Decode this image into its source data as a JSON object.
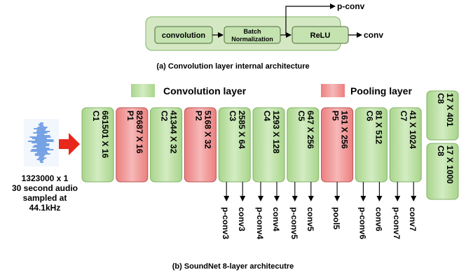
{
  "figure_a": {
    "caption": "(a) Convolution layer internal architecture",
    "blocks": [
      "convolution",
      "Batch",
      "Normalization",
      "ReLU"
    ],
    "outputs": [
      "p-conv",
      "conv"
    ]
  },
  "legend": {
    "conv_label": "Convolution layer",
    "pool_label": "Pooling layer"
  },
  "input": {
    "lines": [
      "1323000 x 1",
      "30 second audio",
      "sampled at",
      "44.1kHz"
    ]
  },
  "layers": [
    {
      "name": "C1",
      "dims": "661501 X 16",
      "kind": "conv"
    },
    {
      "name": "P1",
      "dims": "82687 X 16",
      "kind": "pool"
    },
    {
      "name": "C2",
      "dims": "41344 X 32",
      "kind": "conv"
    },
    {
      "name": "P2",
      "dims": "5168 X 32",
      "kind": "pool"
    },
    {
      "name": "C3",
      "dims": "2585 X 64",
      "kind": "conv",
      "outputs": [
        "p-conv3",
        "conv3"
      ]
    },
    {
      "name": "C4",
      "dims": "1293 X 128",
      "kind": "conv",
      "outputs": [
        "p-conv4",
        "conv4"
      ]
    },
    {
      "name": "C5",
      "dims": "647 X 256",
      "kind": "conv",
      "outputs": [
        "p-conv5",
        "conv5"
      ]
    },
    {
      "name": "P5",
      "dims": "161 X 256",
      "kind": "pool",
      "outputs": [
        "pool5"
      ]
    },
    {
      "name": "C6",
      "dims": "81 X 512",
      "kind": "conv",
      "outputs": [
        "p-conv6",
        "conv6"
      ]
    },
    {
      "name": "C7",
      "dims": "41 X 1024",
      "kind": "conv",
      "outputs": [
        "p-conv7",
        "conv7"
      ]
    }
  ],
  "c8_top": {
    "name": "C8",
    "dims": "17 X 401"
  },
  "c8_bottom": {
    "name": "C8",
    "dims": "17 X 1000"
  },
  "figure_b": {
    "caption": "(b) SoundNet 8-layer architecutre"
  },
  "colors": {
    "conv_fill": "#c4e3b0",
    "conv_stroke": "#82b366",
    "pool_fill": "#f19c9c",
    "pool_stroke": "#b85450",
    "outer_fill": "#d5e8c4",
    "arrow_red": "#e8281c",
    "wave_blue": "#2b6fd6"
  }
}
